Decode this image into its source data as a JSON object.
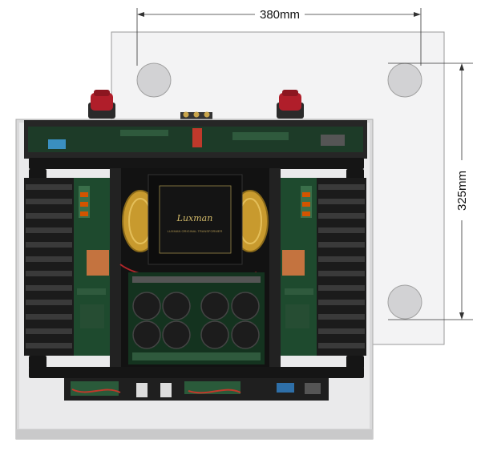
{
  "dimensions": {
    "width_label": "380mm",
    "depth_label": "325mm"
  },
  "transformer_badge": {
    "brand": "Luxman",
    "fine_print": "LUXMAN ORIGINAL TRANSFORMER"
  },
  "colors": {
    "footprint_fill": "#f3f3f4",
    "foot_fill": "#d2d2d4",
    "heatsink": "#1b1b1b",
    "chassis_frame": "#d9d9da",
    "circuit_board": "#1e4a2e",
    "transformer_core": "#c89a2e",
    "capacitor": "#1c1c1c",
    "speaker_terminal": "#b01e2a",
    "copper_plate": "#c4733f"
  }
}
